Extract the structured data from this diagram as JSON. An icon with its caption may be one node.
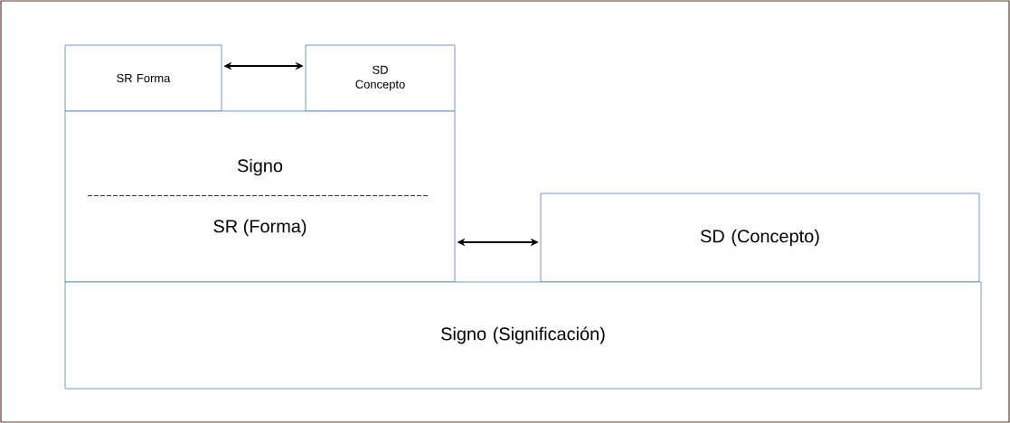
{
  "diagram": {
    "nodes": [
      {
        "text": [
          "SR Forma"
        ]
      },
      {
        "text": [
          "SD Concepto"
        ]
      },
      {
        "text": [
          "Signo",
          "SR (Forma)"
        ]
      },
      {
        "text": [
          "SD (Concepto)"
        ]
      },
      {
        "text": [
          "Signo (Significación)"
        ]
      }
    ],
    "edges": [
      {
        "from": 0,
        "to": 1,
        "arrow": "both"
      },
      {
        "from": 2,
        "to": 3,
        "arrow": "both"
      }
    ]
  }
}
